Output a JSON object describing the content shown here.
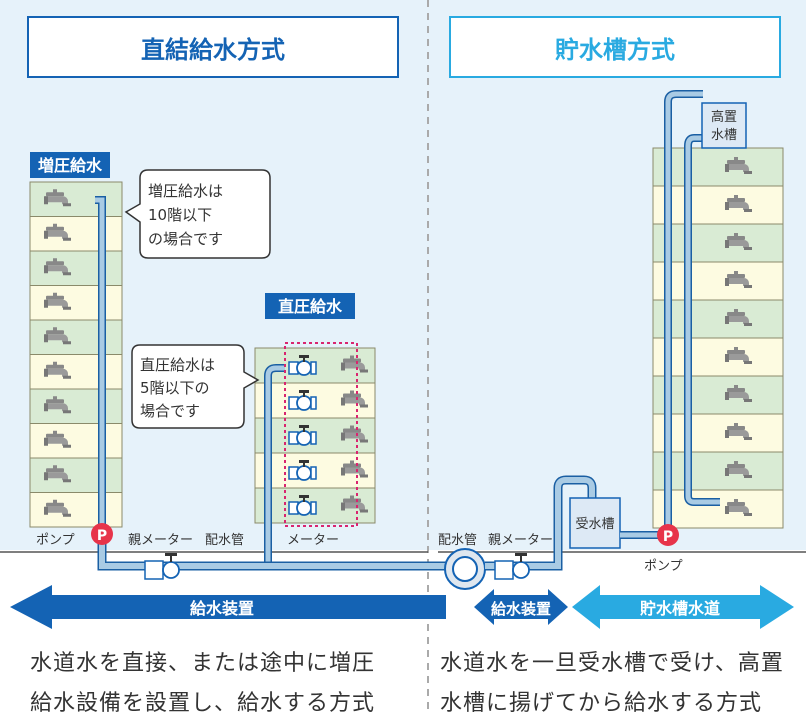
{
  "colors": {
    "bg_light": "#e6f2fa",
    "accent_dark_blue": "#1463b4",
    "accent_light_blue": "#29aae1",
    "floor_yellow": "#fdfbe1",
    "floor_green": "#d9ebd4",
    "pipe": "#a9cbe4",
    "pump_red": "#e7344a",
    "meter_highlight": "#d9256f",
    "text": "#333333"
  },
  "left_title": "直結給水方式",
  "right_title": "貯水槽方式",
  "booster": {
    "label": "増圧給水",
    "callout": [
      "増圧給水は",
      "10階以下",
      "の場合です"
    ]
  },
  "direct": {
    "label": "直圧給水",
    "callout": [
      "直圧給水は",
      "5階以下の",
      "場合です"
    ]
  },
  "labels": {
    "pump_left": "ポンプ",
    "pump_right": "ポンプ",
    "pump_symbol": "P",
    "main_meter_left": "親メーター",
    "main_meter_right": "親メーター",
    "distribution_pipe_left": "配水管",
    "distribution_pipe_right": "配水管",
    "meter": "メーター",
    "receiving_tank": "受水槽",
    "elevated_tank": [
      "高置",
      "水槽"
    ]
  },
  "arrows": {
    "supply_left": "給水装置",
    "supply_right": "給水装置",
    "tank_water": "貯水槽水道"
  },
  "description_left": [
    "水道水を直接、または途中に増圧",
    "給水設備を設置し、給水する方式"
  ],
  "description_right": [
    "水道水を一旦受水槽で受け、高置",
    "水槽に揚げてから給水する方式"
  ]
}
